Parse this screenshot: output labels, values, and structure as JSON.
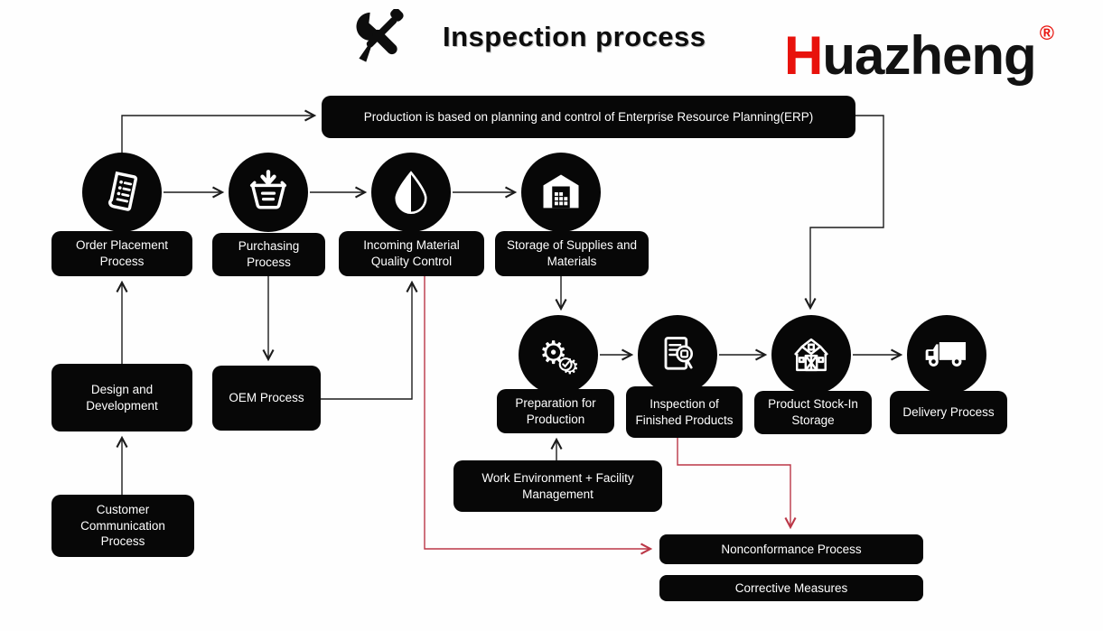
{
  "title": "Inspection process",
  "title_icon": "crossed-tools-icon",
  "logo": {
    "lead": "H",
    "rest": "uazheng",
    "mark": "®"
  },
  "banner": "Production is based on planning and control of Enterprise Resource Planning(ERP)",
  "nodes": {
    "order": {
      "label": "Order Placement Process",
      "icon": "order-document-icon"
    },
    "purchasing": {
      "label": "Purchasing Process",
      "icon": "basket-download-icon"
    },
    "incoming": {
      "label": "Incoming Material Quality Control",
      "icon": "water-drop-icon"
    },
    "storage": {
      "label": "Storage of Supplies and Materials",
      "icon": "warehouse-icon"
    },
    "design": {
      "label": "Design and Development"
    },
    "oem": {
      "label": "OEM Process"
    },
    "customer": {
      "label": "Customer Communication Process"
    },
    "preparation": {
      "label": "Preparation for Production",
      "icon": "gears-check-icon"
    },
    "inspection": {
      "label": "Inspection of Finished Products",
      "icon": "document-magnifier-icon"
    },
    "stock": {
      "label": "Product Stock-In Storage",
      "icon": "barn-icon"
    },
    "delivery": {
      "label": "Delivery Process",
      "icon": "truck-icon"
    },
    "workenv": {
      "label": "Work Environment + Facility Management"
    },
    "nonconformance": {
      "label": "Nonconformance Process"
    },
    "corrective": {
      "label": "Corrective Measures"
    }
  },
  "colors": {
    "node_background": "#070707",
    "logo_red": "#e8120c",
    "connector_black": "#1c1c1c",
    "connector_red": "#bb3747"
  }
}
